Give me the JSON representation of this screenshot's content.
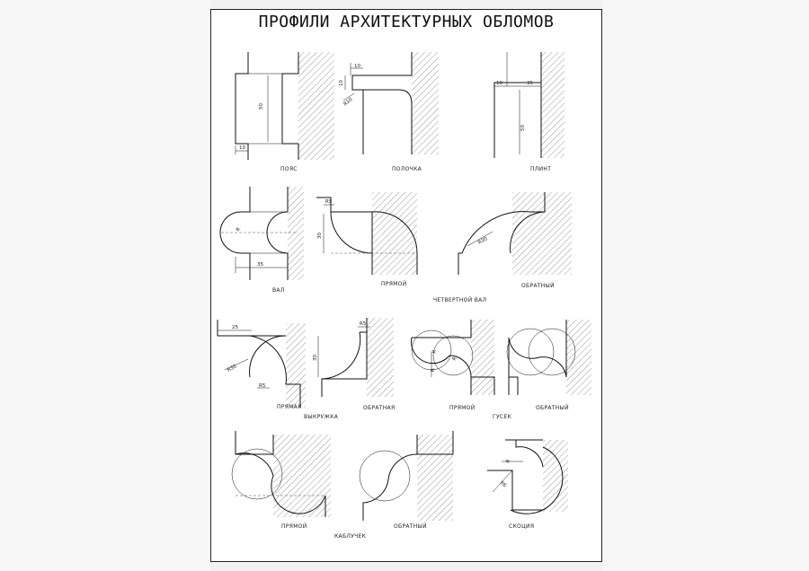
{
  "title": "ПРОФИЛИ АРХИТЕКТУРНЫХ ОБЛОМОВ",
  "labels": {
    "poyas": "ПОЯС",
    "polochka": "ПОЛОЧКА",
    "plint": "ПЛИНТ",
    "val": "ВАЛ",
    "chv_pryamoy": "ПРЯМОЙ",
    "chv_obratny": "ОБРАТНЫЙ",
    "chetvertnoy_val": "ЧЕТВЕРТНОЙ ВАЛ",
    "vy_pryamaya": "ПРЯМАЯ",
    "vy_obratnaya": "ОБРАТНАЯ",
    "vykruzhka": "ВЫКРУЖКА",
    "gu_pryamoy": "ПРЯМОЙ",
    "gu_obratny": "ОБРАТНЫЙ",
    "gusek": "ГУСЕК",
    "ka_pryamoy": "ПРЯМОЙ",
    "ka_obratny": "ОБРАТНЫЙ",
    "kablychek": "КАБЛУЧЕК",
    "skotsiya": "СКОЦИЯ"
  },
  "dims": {
    "poyas_h": "50",
    "poyas_w": "10",
    "polochka_w": "10",
    "polochka_h": "10",
    "polochka_r": "R10",
    "plint_a": "10",
    "plint_b": "35",
    "plint_h": "50",
    "val_r": "R",
    "val_w": "35",
    "chv_a": "R5",
    "chv_h": "30",
    "chv_r": "R30",
    "vy_w": "25",
    "vy_r": "R30",
    "vy_b": "R5",
    "vy2_a": "R5",
    "vy2_h": "30",
    "gu_r1": "R",
    "gu_r2": "R",
    "gu_r3": "R",
    "sk_r1": "R",
    "sk_r2": "R6"
  }
}
